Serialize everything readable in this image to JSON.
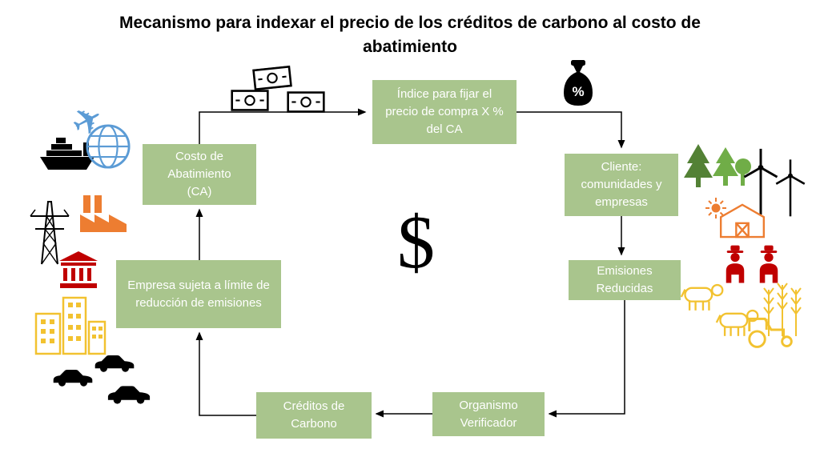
{
  "title": "Mecanismo para indexar el precio de los créditos de carbono al costo de abatimiento",
  "center_symbol": "$",
  "money_bag_symbol": "%",
  "glyphs": {
    "airplane": "✈"
  },
  "boxes": {
    "costo": {
      "label": "Costo de Abatimiento (CA)"
    },
    "indice": {
      "label": "Índice para fijar el precio de compra X % del CA"
    },
    "cliente": {
      "label": "Cliente: comunidades y empresas"
    },
    "emisiones": {
      "label": "Emisiones Reducidas"
    },
    "organismo": {
      "label": "Organismo Verificador"
    },
    "creditos": {
      "label": "Créditos de Carbono"
    },
    "empresa": {
      "label": "Empresa sujeta a límite de reducción de emisiones"
    }
  },
  "colors": {
    "box_fill": "#A9C58D",
    "box_text": "#FFFFFF",
    "arrow": "#000000",
    "blue": "#5B9BD5",
    "orange": "#ED7D31",
    "red": "#C00000",
    "yellow": "#F2C230",
    "green_dark": "#538135",
    "green": "#70AD47",
    "black": "#000000"
  },
  "icons": {
    "left_cluster": [
      "cargo-ship-icon",
      "airplane-icon",
      "globe-icon",
      "transmission-tower-icon",
      "factory-icon",
      "bank-icon",
      "city-buildings-icon",
      "car-icon",
      "car-icon",
      "car-icon"
    ],
    "top_flow": [
      "money-bills-icon",
      "money-bag-icon"
    ],
    "right_cluster": [
      "pine-trees-icon",
      "wind-turbine-icon",
      "wind-turbine-icon",
      "sun-icon",
      "barn-icon",
      "farmer-icon",
      "farmer-icon",
      "cow-icon",
      "cow-icon",
      "wheat-icon",
      "tractor-icon"
    ]
  }
}
